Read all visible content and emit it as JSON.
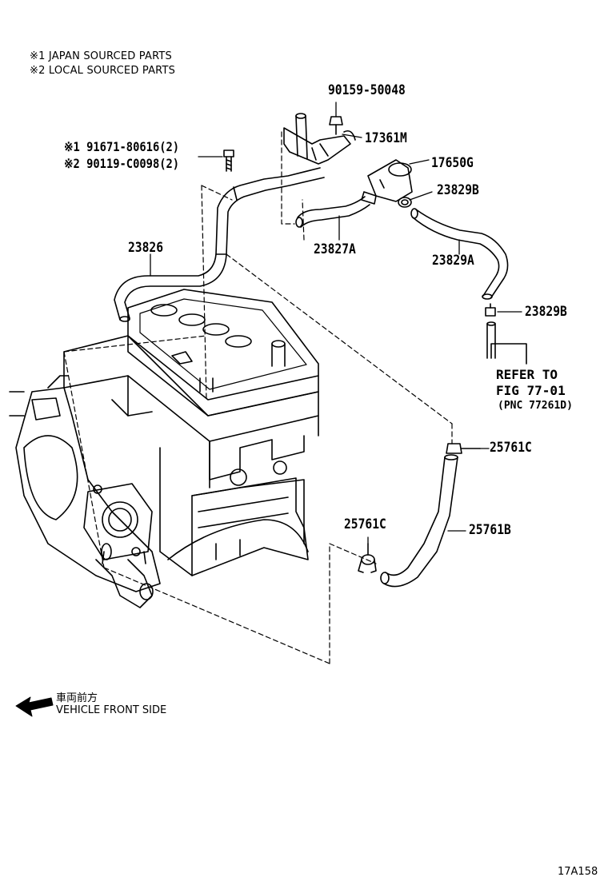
{
  "notes": {
    "japan_parts": "※1 JAPAN SOURCED PARTS",
    "local_parts": "※2 LOCAL SOURCED PARTS"
  },
  "part_labels": {
    "p90159_50048": "90159-50048",
    "p17361M": "17361M",
    "p17650G": "17650G",
    "p23829B_top": "23829B",
    "p23827A": "23827A",
    "p23829A": "23829A",
    "p23829B_lower": "23829B",
    "p23826": "23826",
    "p25761C_right": "25761C",
    "p25761C_left": "25761C",
    "p25761B": "25761B",
    "bolt_japan": "※1 91671-80616(2)",
    "bolt_local": "※2 90119-C0098(2)"
  },
  "reference": {
    "line1": "REFER TO",
    "line2": "FIG 77-01",
    "line3": "(PNC 77261D)"
  },
  "vehicle_front": {
    "japanese": "車両前方",
    "english": "VEHICLE FRONT SIDE",
    "icon": "arrow-left-icon"
  },
  "figure_id": "17A158"
}
